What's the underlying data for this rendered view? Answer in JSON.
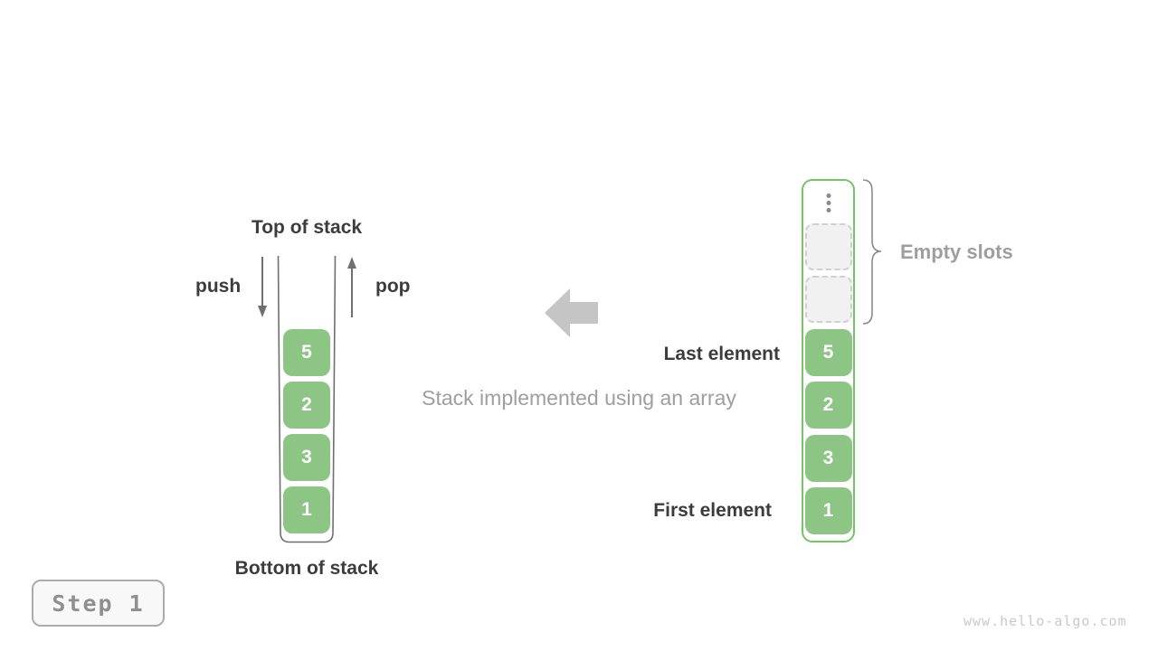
{
  "figure": {
    "title_caption": "Stack implemented using an array"
  },
  "left_stack": {
    "top_label": "Top of stack",
    "bottom_label": "Bottom of stack",
    "push_label": "push",
    "pop_label": "pop",
    "values": [
      "5",
      "2",
      "3",
      "1"
    ]
  },
  "right_array": {
    "values": [
      "5",
      "2",
      "3",
      "1"
    ],
    "empty_slot_count": 2,
    "empty_slots_label": "Empty slots",
    "last_element_label": "Last element",
    "first_element_label": "First element"
  },
  "footer": {
    "step_label": "Step 1",
    "watermark": "www.hello-algo.com"
  },
  "icons": {
    "push_arrow": "down-arrow-icon",
    "pop_arrow": "up-arrow-icon",
    "direction_arrow": "left-block-arrow-icon",
    "more_items": "vertical-ellipsis-icon",
    "grouping": "curly-brace-icon"
  },
  "colors": {
    "cell_green": "#8dc585",
    "array_border_green": "#74c465",
    "dark_text": "#3c3c3c",
    "gray_text": "#9e9e9e",
    "arrow_gray": "#6f6f6f",
    "block_arrow_gray": "#c5c5c5",
    "empty_slot_fill": "#f1f1f1",
    "empty_slot_border": "#cfcfcf",
    "badge_background": "#f8f8f8",
    "badge_border": "#ababab",
    "watermark_gray": "#c9c9c9"
  }
}
